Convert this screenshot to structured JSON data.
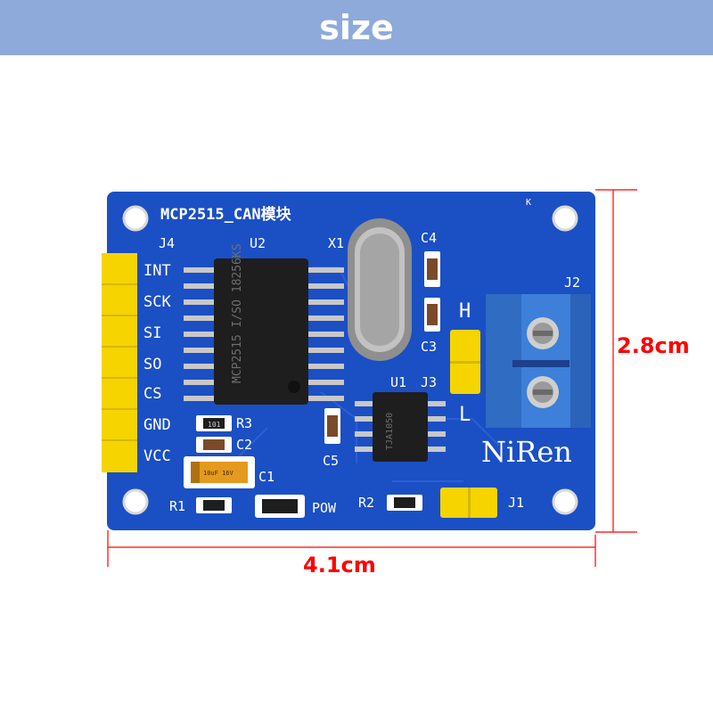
{
  "header": {
    "title": "size"
  },
  "dimensions": {
    "height": "2.8cm",
    "width": "4.1cm"
  },
  "board": {
    "title": "MCP2515_CAN模块",
    "brand": "NiRen",
    "corner_mark": "K",
    "chip_u2_marking": "MCP2515 I/SO 18256KS",
    "chip_u1_marking": "TJA1050",
    "capacitor_marking": "10uF 16V",
    "resistor_marking": "101",
    "pins": [
      "INT",
      "SCK",
      "SI",
      "SO",
      "CS",
      "GND",
      "VCC"
    ],
    "labels": {
      "j4": "J4",
      "u2": "U2",
      "x1": "X1",
      "c4": "C4",
      "j2": "J2",
      "h": "H",
      "c3": "C3",
      "u1": "U1",
      "j3": "J3",
      "l": "L",
      "r3": "R3",
      "c2": "C2",
      "c1": "C1",
      "c5": "C5",
      "r1": "R1",
      "pow": "POW",
      "r2": "R2",
      "j1": "J1"
    }
  },
  "colors": {
    "header_bg": "#8eaadb",
    "pcb": "#1b4fc4",
    "pin_header": "#f5d400",
    "terminal_block": "#3d7fd9",
    "dimension": "#ff0000"
  }
}
